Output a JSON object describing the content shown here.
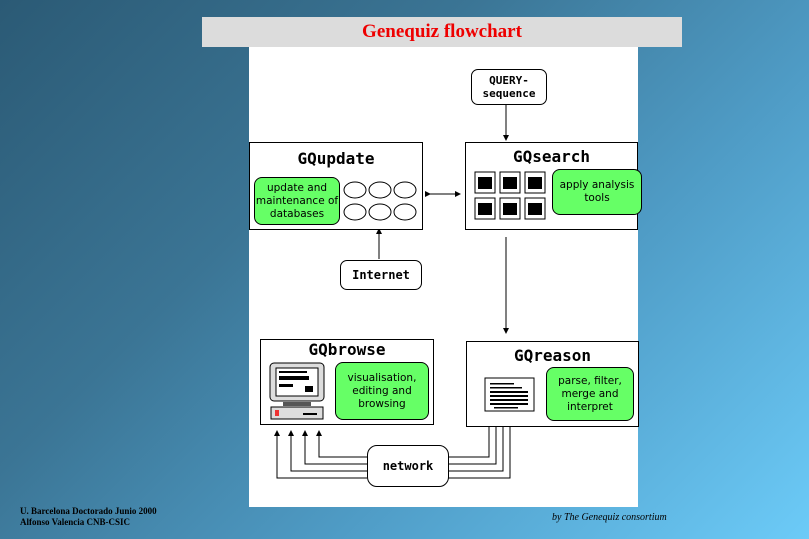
{
  "title": "Genequiz flowchart",
  "nodes": {
    "query": {
      "line1": "QUERY-",
      "line2": "sequence"
    },
    "gqupdate": {
      "title": "GQupdate",
      "description": "update and maintenance of databases"
    },
    "gqsearch": {
      "title": "GQsearch",
      "description": "apply analysis tools"
    },
    "internet": {
      "label": "Internet"
    },
    "gqbrowse": {
      "title": "GQbrowse",
      "description": "visualisation, editing and browsing"
    },
    "gqreason": {
      "title": "GQreason",
      "description": "parse, filter, merge and interpret"
    },
    "network": {
      "label": "network"
    }
  },
  "edges": [
    {
      "from": "query",
      "to": "gqsearch"
    },
    {
      "from": "gqupdate",
      "to": "gqsearch",
      "bidirectional": true
    },
    {
      "from": "internet",
      "to": "gqupdate"
    },
    {
      "from": "gqsearch",
      "to": "gqreason"
    },
    {
      "from": "gqreason",
      "to": "network"
    },
    {
      "from": "network",
      "to": "gqbrowse"
    }
  ],
  "colors": {
    "title_text": "#ee0000",
    "highlight": "#66ff66"
  },
  "footer": {
    "left_line1": "U. Barcelona Doctorado Junio  2000",
    "left_line2": "Alfonso Valencia CNB-CSIC",
    "right": "by  The Genequiz consortium"
  }
}
